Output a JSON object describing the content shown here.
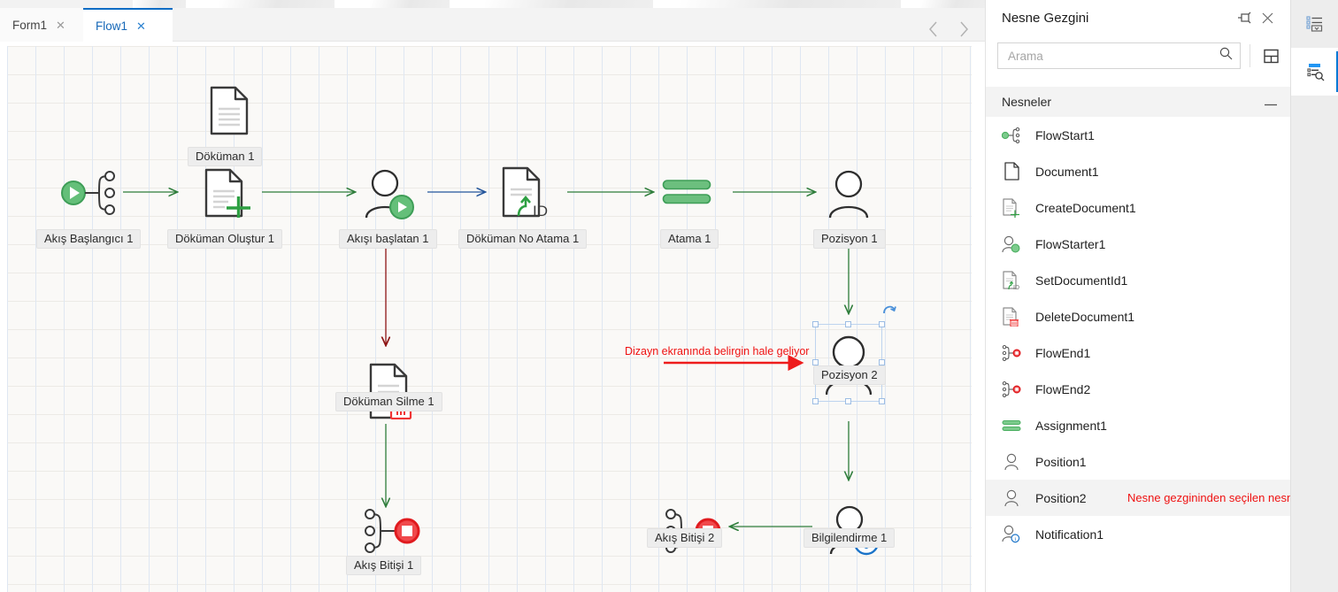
{
  "window": {
    "tabs": [
      {
        "label": "Form1",
        "close": "✕",
        "active": false
      },
      {
        "label": "Flow1",
        "close": "✕",
        "active": true
      }
    ],
    "nav_prev": "previous-tab-icon",
    "nav_next": "next-tab-icon"
  },
  "canvas": {
    "nodes": [
      {
        "id": "document1",
        "label": "Döküman 1",
        "icon": "document-icon"
      },
      {
        "id": "flowstart1",
        "label": "Akış Başlangıcı 1",
        "icon": "flow-start-icon"
      },
      {
        "id": "createdocument1",
        "label": "Döküman Oluştur 1",
        "icon": "create-document-icon"
      },
      {
        "id": "flowstarter1",
        "label": "Akışı başlatan 1",
        "icon": "flow-starter-person-icon"
      },
      {
        "id": "setdocumentid1",
        "label": "Döküman No Atama 1",
        "icon": "set-document-id-icon"
      },
      {
        "id": "assignment1",
        "label": "Atama 1",
        "icon": "assignment-icon"
      },
      {
        "id": "position1",
        "label": "Pozisyon 1",
        "icon": "person-icon"
      },
      {
        "id": "position2",
        "label": "Pozisyon 2",
        "icon": "person-icon"
      },
      {
        "id": "deletedocument1",
        "label": "Döküman Silme 1",
        "icon": "delete-document-icon"
      },
      {
        "id": "flowend1",
        "label": "Akış Bitişi 1",
        "icon": "flow-end-icon"
      },
      {
        "id": "flowend2",
        "label": "Akış Bitişi 2",
        "icon": "flow-end-icon"
      },
      {
        "id": "notification1",
        "label": "Bilgilendirme 1",
        "icon": "notification-person-icon"
      }
    ],
    "annotation": "Dizayn ekranında belirgin hale geliyor",
    "colors": {
      "connector_green": "#2e7d3b",
      "connector_blue": "#23559b",
      "connector_dark_red": "#8d1414",
      "annotation_red": "#ef1111",
      "selection_blue": "#bed4ef"
    }
  },
  "panel": {
    "title": "Nesne Gezgini",
    "pin_icon": "pin-icon",
    "close_icon": "close-icon",
    "search": {
      "placeholder": "Arama",
      "value": "",
      "icon": "search-icon"
    },
    "view_toggle_icon": "panel-view-icon",
    "group": {
      "label": "Nesneler",
      "collapse_icon": "collapse-minus-icon"
    },
    "items": [
      {
        "label": "FlowStart1",
        "icon": "flow-start-icon",
        "selected": false
      },
      {
        "label": "Document1",
        "icon": "document-icon",
        "selected": false
      },
      {
        "label": "CreateDocument1",
        "icon": "create-document-icon",
        "selected": false
      },
      {
        "label": "FlowStarter1",
        "icon": "flow-starter-person-icon",
        "selected": false
      },
      {
        "label": "SetDocumentId1",
        "icon": "set-document-id-icon",
        "selected": false
      },
      {
        "label": "DeleteDocument1",
        "icon": "delete-document-icon",
        "selected": false
      },
      {
        "label": "FlowEnd1",
        "icon": "flow-end-icon",
        "selected": false
      },
      {
        "label": "FlowEnd2",
        "icon": "flow-end-icon",
        "selected": false
      },
      {
        "label": "Assignment1",
        "icon": "assignment-icon",
        "selected": false
      },
      {
        "label": "Position1",
        "icon": "person-icon",
        "selected": false
      },
      {
        "label": "Position2",
        "icon": "person-icon",
        "selected": true
      },
      {
        "label": "Notification1",
        "icon": "notification-person-icon",
        "selected": false
      }
    ],
    "selected_annotation": "Nesne gezgininden seçilen nesne"
  },
  "rail": {
    "buttons": [
      {
        "name": "properties-list-icon",
        "active": false
      },
      {
        "name": "object-explorer-icon",
        "active": true
      }
    ],
    "accent": "#0078d4"
  }
}
